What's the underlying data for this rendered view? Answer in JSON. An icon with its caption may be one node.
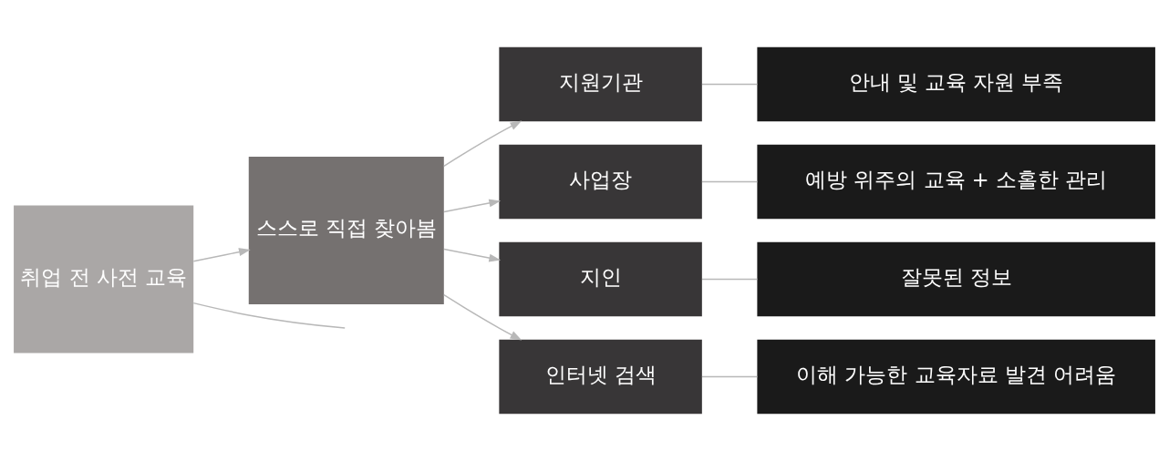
{
  "diagram": {
    "nodes": [
      {
        "text": [
          "취업 전 사전 교육"
        ]
      },
      {
        "text": [
          "스스로 직접 찾아봄"
        ]
      },
      {
        "text": [
          "지원기관"
        ]
      },
      {
        "text": [
          "사업장"
        ]
      },
      {
        "text": [
          "지인"
        ]
      },
      {
        "text": [
          "인터넷 검색"
        ]
      },
      {
        "text": [
          "안내 및 교육 자원 부족"
        ]
      },
      {
        "text": [
          "예방 위주의 교육 + 소홀한 관리"
        ]
      },
      {
        "text": [
          "잘못된 정보"
        ]
      },
      {
        "text": [
          "이해 가능한 교육자료 발견 어려움"
        ]
      }
    ],
    "edges": [
      {
        "from": 0,
        "to": null,
        "arrow": "none"
      },
      {
        "from": 0,
        "to": 1,
        "arrow": "to"
      },
      {
        "from": 1,
        "to": 2,
        "arrow": "to"
      },
      {
        "from": 1,
        "to": 3,
        "arrow": "to"
      },
      {
        "from": 1,
        "to": 4,
        "arrow": "to"
      },
      {
        "from": 1,
        "to": 5,
        "arrow": "to"
      },
      {
        "from": 2,
        "to": 6,
        "arrow": "none"
      },
      {
        "from": 3,
        "to": 7,
        "arrow": "none"
      },
      {
        "from": 4,
        "to": 8,
        "arrow": "none"
      },
      {
        "from": 5,
        "to": 9,
        "arrow": "none"
      }
    ]
  }
}
